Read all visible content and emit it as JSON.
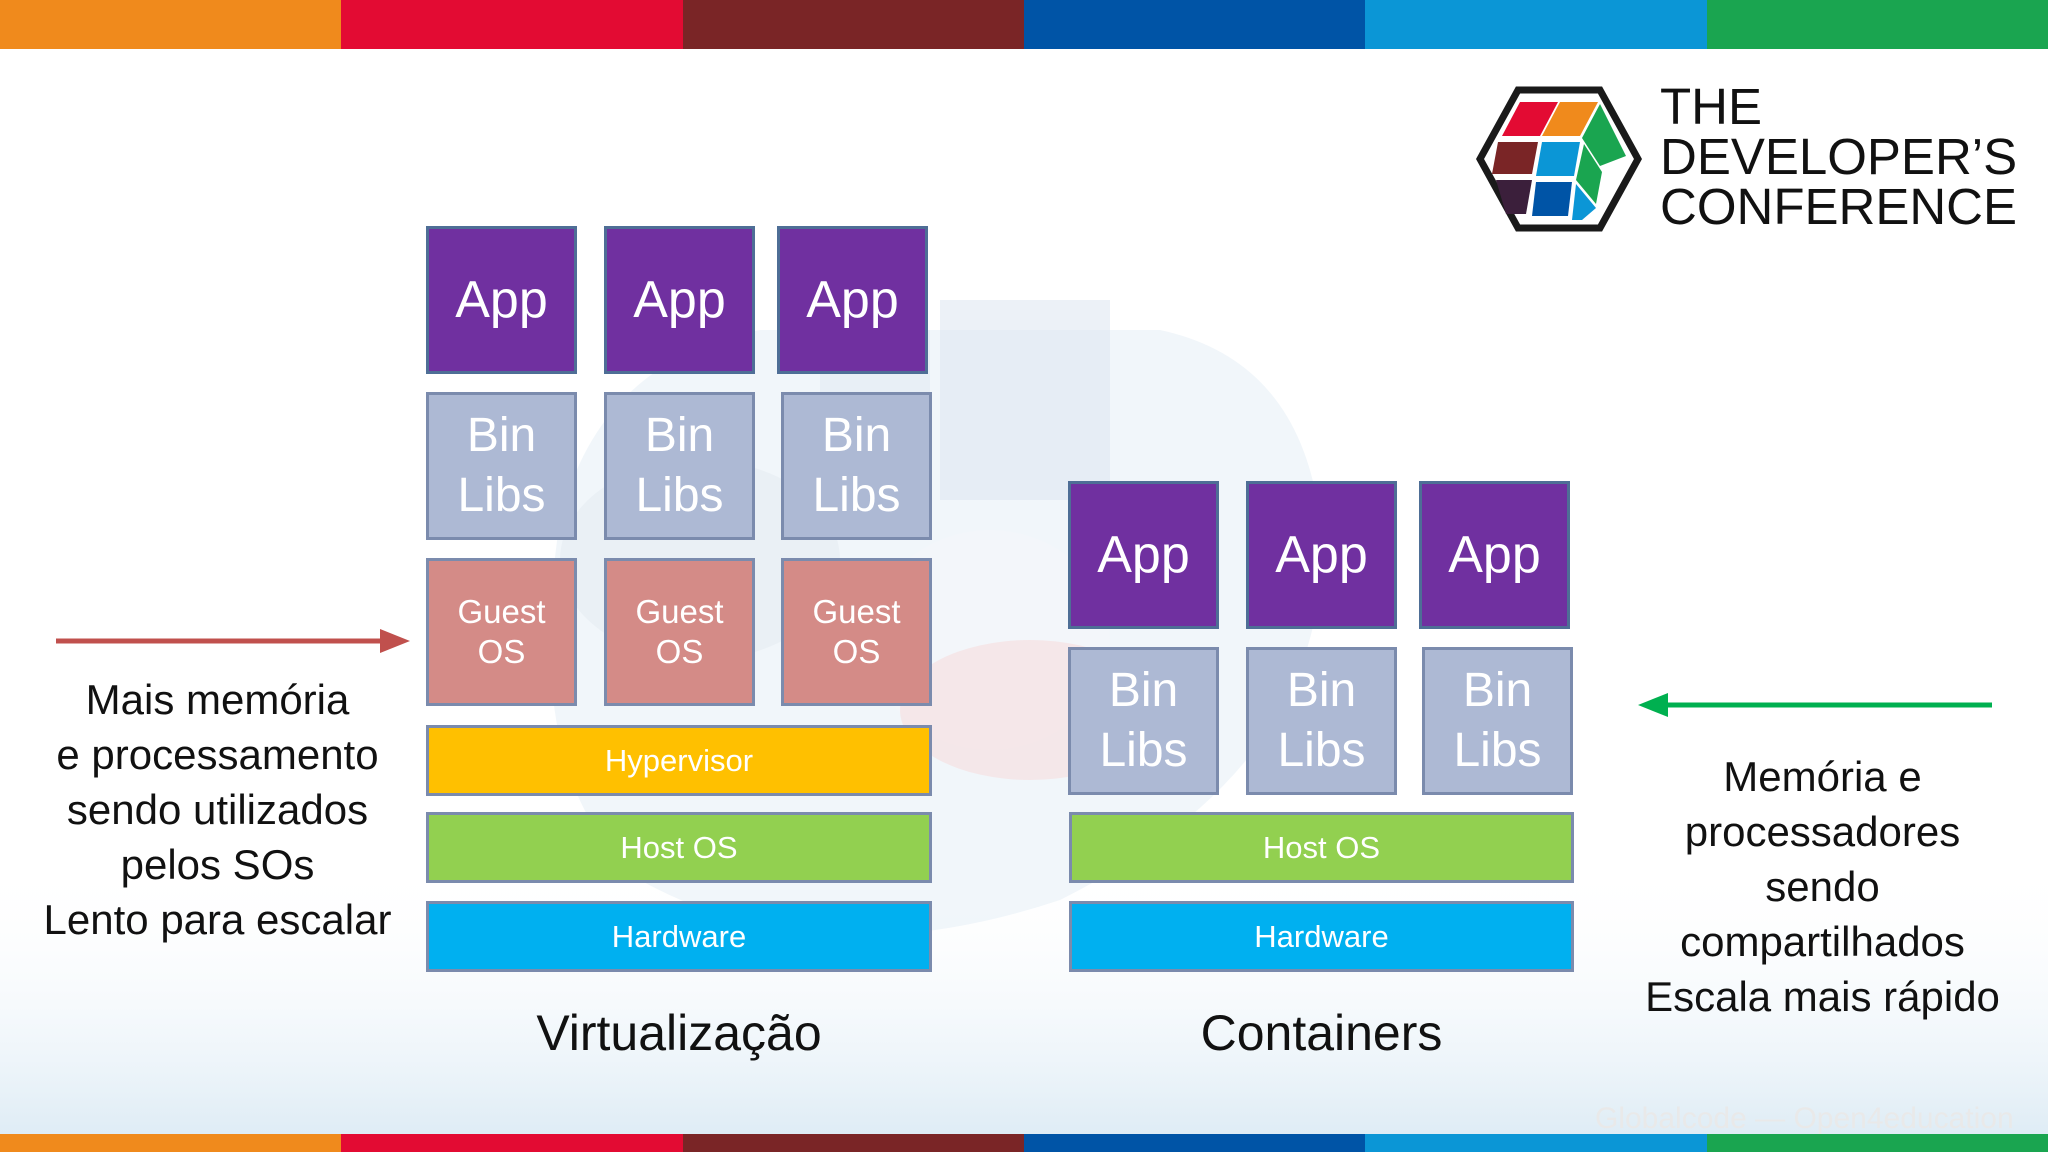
{
  "header": {
    "stripe_colors": [
      "#f08a1c",
      "#e30b33",
      "#7a2526",
      "#0054a6",
      "#0b96d6",
      "#1aa550"
    ]
  },
  "logo": {
    "line1": "THE",
    "line2": "DEVELOPER’S",
    "line3": "CONFERENCE"
  },
  "virtualization": {
    "title": "Virtualização",
    "apps": [
      "App",
      "App",
      "App"
    ],
    "binlibs": [
      {
        "line1": "Bin",
        "line2": "Libs"
      },
      {
        "line1": "Bin",
        "line2": "Libs"
      },
      {
        "line1": "Bin",
        "line2": "Libs"
      }
    ],
    "guest_os": [
      {
        "line1": "Guest",
        "line2": "OS"
      },
      {
        "line1": "Guest",
        "line2": "OS"
      },
      {
        "line1": "Guest",
        "line2": "OS"
      }
    ],
    "hypervisor": "Hypervisor",
    "host_os": "Host OS",
    "hardware": "Hardware"
  },
  "containers": {
    "title": "Containers",
    "apps": [
      "App",
      "App",
      "App"
    ],
    "binlibs": [
      {
        "line1": "Bin",
        "line2": "Libs"
      },
      {
        "line1": "Bin",
        "line2": "Libs"
      },
      {
        "line1": "Bin",
        "line2": "Libs"
      }
    ],
    "host_os": "Host OS",
    "hardware": "Hardware"
  },
  "left_note": {
    "lines": [
      "Mais memória",
      "e processamento",
      "sendo utilizados",
      "pelos SOs",
      "Lento para escalar"
    ],
    "arrow_color": "#c0504d"
  },
  "right_note": {
    "lines": [
      "Memória e",
      "processadores",
      "sendo",
      "compartilhados",
      "Escala mais rápido"
    ],
    "arrow_color": "#00b050"
  },
  "footer": {
    "watermark": "Globalcode — Open4education"
  }
}
